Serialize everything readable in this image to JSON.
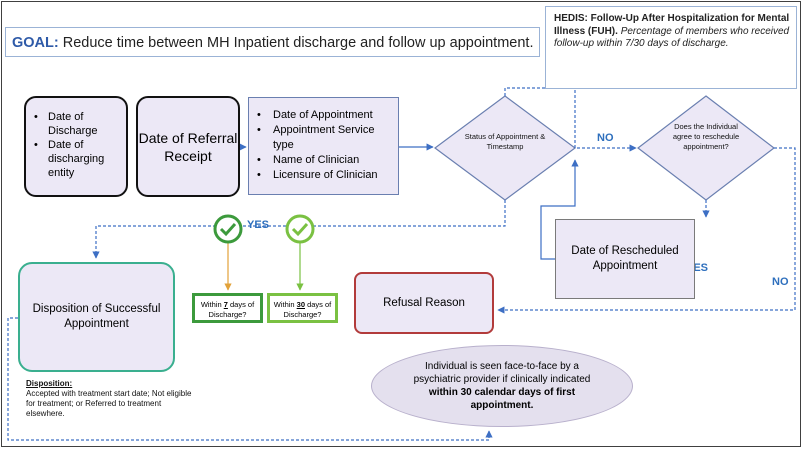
{
  "goal": {
    "keyword": "GOAL:",
    "text": " Reduce time between MH Inpatient discharge and follow up appointment."
  },
  "hedis": {
    "title": "HEDIS: Follow-Up After Hospitalization for Mental Illness (FUH).",
    "desc": "Percentage of members who received follow-up within 7/30 days of discharge."
  },
  "box_discharge": {
    "items": [
      "Date of Discharge",
      "Date of discharging entity"
    ]
  },
  "box_referral": {
    "label": "Date of Referral Receipt"
  },
  "box_appointment": {
    "items": [
      "Date of Appointment",
      "Appointment Service type",
      "Name of Clinician",
      "Licensure of Clinician"
    ]
  },
  "diamond_status": {
    "label": "Status of Appointment & Timestamp"
  },
  "diamond_reschedule": {
    "label": "Does the Individual agree to reschedule appointment?"
  },
  "box_rescheduled": {
    "label": "Date of Rescheduled Appointment"
  },
  "box_refusal": {
    "label": "Refusal Reason"
  },
  "box_success": {
    "label": "Disposition of Successful Appointment"
  },
  "within7": {
    "pre": "Within ",
    "num": "7",
    "post": " days of Discharge?"
  },
  "within30": {
    "pre": "Within ",
    "num": "30",
    "post": " days of Discharge?"
  },
  "labels": {
    "yes": "YES",
    "no": "NO"
  },
  "disposition": {
    "heading": "Disposition:",
    "text": "Accepted with treatment start date; Not eligible for treatment; or Referred to treatment elsewhere."
  },
  "followup": {
    "pre": "Individual is seen face-to-face by a psychiatric provider if clinically indicated ",
    "bold": "within 30 calendar days of first appointment."
  },
  "colors": {
    "accent_blue": "#2e5aa8",
    "arrow_blue": "#3d6fc4",
    "lavender": "#ece8f6",
    "teal": "#3aaf8f",
    "red": "#b23b3b",
    "green_dark": "#3c9a3c",
    "green_light": "#7ac142",
    "arrow_orange": "#e2a23a"
  }
}
